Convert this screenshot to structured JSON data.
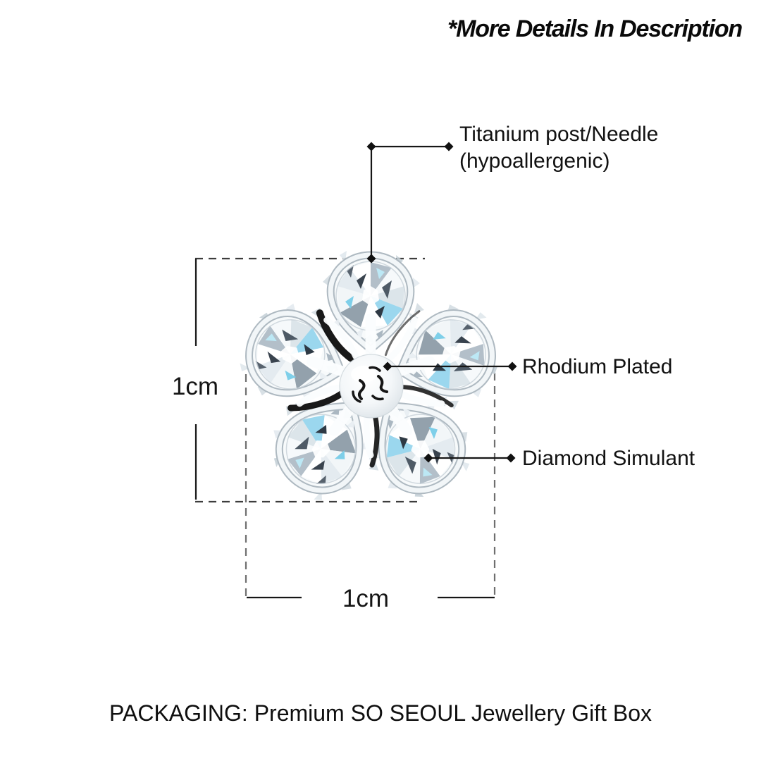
{
  "annotation_note": "*More Details In Description",
  "callouts": {
    "titanium": {
      "line1": "Titanium post/Needle",
      "line2": "(hypoallergenic)"
    },
    "rhodium": {
      "label": "Rhodium Plated"
    },
    "diamond_simulant": {
      "label": "Diamond Simulant"
    }
  },
  "measurements": {
    "height": "1cm",
    "width": "1cm"
  },
  "footer": {
    "packaging": "PACKAGING: Premium SO SEOUL Jewellery Gift Box"
  },
  "colors": {
    "background": "#ffffff",
    "text": "#111111",
    "line": "#161616",
    "dashed_guide": "#3d3d3d",
    "dashed_guide_light": "#6f6f6f",
    "crystal_blue": "#9bd7ee",
    "metal_gray": "#c4cdd3"
  }
}
